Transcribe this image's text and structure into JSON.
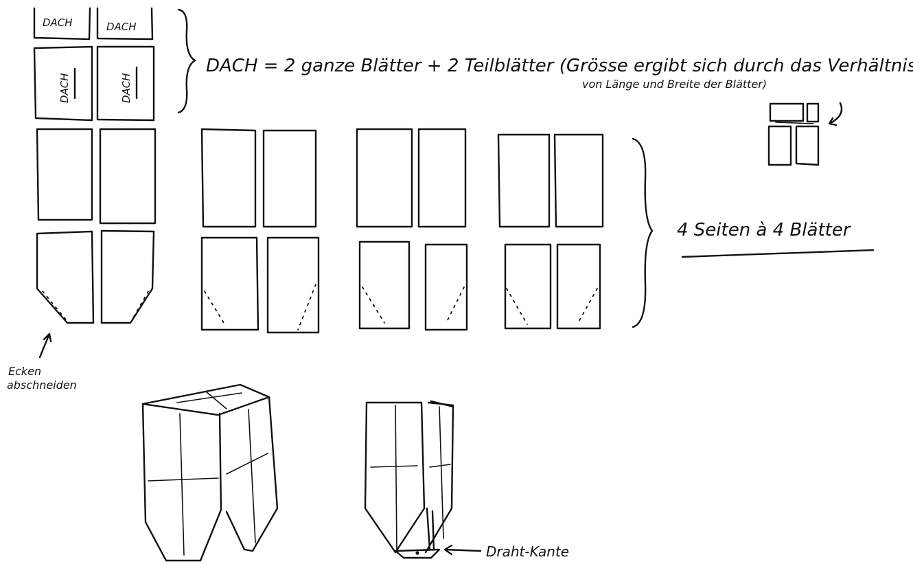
{
  "roof_tile_label": "DACH",
  "roof_formula": "DACH = 2 ganze Blätter + 2 Teilblätter (Grösse ergibt sich durch das Verhältnis",
  "roof_formula_line2": "von Länge und Breite der Blätter)",
  "sides_label": "4 Seiten à 4 Blätter",
  "corners_note_line1": "Ecken",
  "corners_note_line2": "abschneiden",
  "wire_edge_label": "Draht-Kante"
}
